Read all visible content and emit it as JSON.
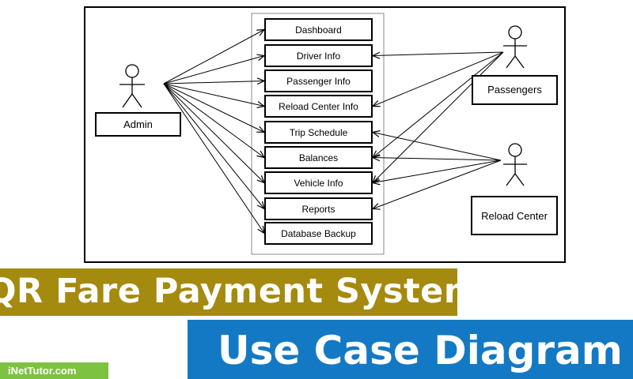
{
  "diagram": {
    "use_cases": [
      "Dashboard",
      "Driver Info",
      "Passenger Info",
      "Reload Center Info",
      "Trip Schedule",
      "Balances",
      "Vehicle Info",
      "Reports",
      "Database Backup"
    ],
    "actors": {
      "admin": "Admin",
      "passengers": "Passengers",
      "reload_center": "Reload Center"
    }
  },
  "banners": {
    "title": "QR Fare Payment System",
    "subtitle": "Use Case Diagram",
    "site": "iNetTutor.com"
  },
  "colors": {
    "title_band": "#a58a10",
    "subtitle_band": "#1479c4",
    "site_badge": "#7dc241"
  }
}
